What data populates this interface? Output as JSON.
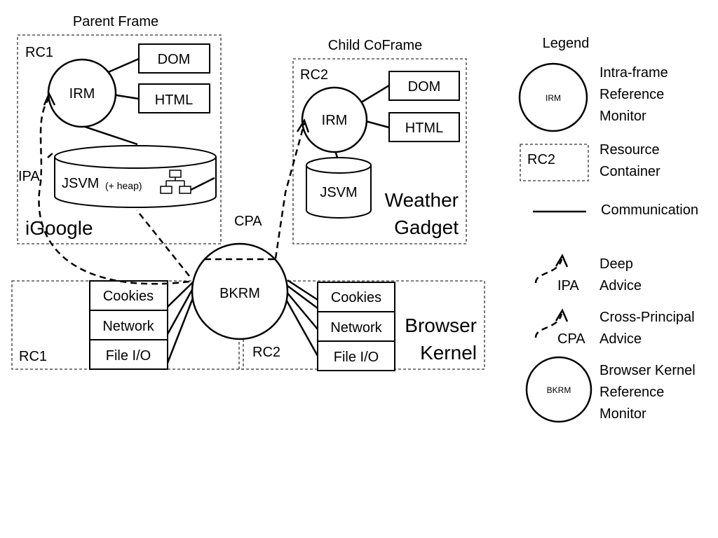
{
  "parent_frame": {
    "title": "Parent Frame",
    "rc_label": "RC1",
    "irm_label": "IRM",
    "dom_label": "DOM",
    "html_label": "HTML",
    "jsvm_label": "JSVM",
    "heap_label": "(+ heap)",
    "name": "iGoogle",
    "ipa_label": "IPA"
  },
  "child_frame": {
    "title": "Child CoFrame",
    "rc_label": "RC2",
    "irm_label": "IRM",
    "dom_label": "DOM",
    "html_label": "HTML",
    "jsvm_label": "JSVM",
    "name_line1": "Weather",
    "name_line2": "Gadget"
  },
  "cpa_label": "CPA",
  "kernel": {
    "bkrm_label": "BKRM",
    "left_resources": [
      "Cookies",
      "Network",
      "File I/O"
    ],
    "right_resources": [
      "Cookies",
      "Network",
      "File I/O"
    ],
    "rc1_label": "RC1",
    "rc2_label": "RC2",
    "name_line1": "Browser",
    "name_line2": "Kernel"
  },
  "legend": {
    "title": "Legend",
    "irm": {
      "symbol": "IRM",
      "lines": [
        "Intra-frame",
        "Reference",
        "Monitor"
      ]
    },
    "rc": {
      "symbol": "RC2",
      "lines": [
        "Resource",
        "Container"
      ]
    },
    "communication": {
      "label": "Communication"
    },
    "ipa": {
      "symbol": "IPA",
      "lines": [
        "Deep",
        "Advice"
      ]
    },
    "cpa": {
      "symbol": "CPA",
      "lines": [
        "Cross-Principal",
        "Advice"
      ]
    },
    "bkrm": {
      "symbol": "BKRM",
      "lines": [
        "Browser Kernel",
        "Reference",
        "Monitor"
      ]
    }
  }
}
